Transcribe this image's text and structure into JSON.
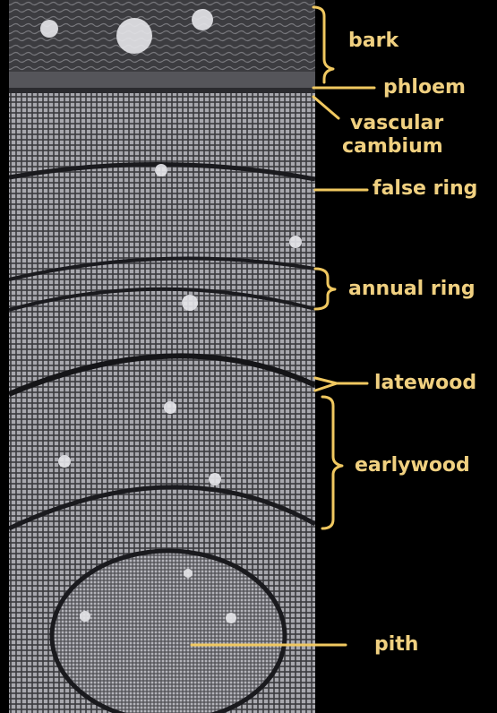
{
  "labels": {
    "bark": "bark",
    "phloem": "phloem",
    "vascular_cambium_line1": "vascular",
    "vascular_cambium_line2": "cambium",
    "false_ring": "false ring",
    "annual_ring": "annual ring",
    "latewood": "latewood",
    "earlywood": "earlywood",
    "pith": "pith"
  },
  "colors": {
    "background": "#000000",
    "annotation": "#f0c860",
    "label_text": "#f0d080",
    "wood_tissue": "#8a8a90",
    "ring_boundary": "#1a1a1e",
    "cell_highlight": "#e6e6ea"
  }
}
